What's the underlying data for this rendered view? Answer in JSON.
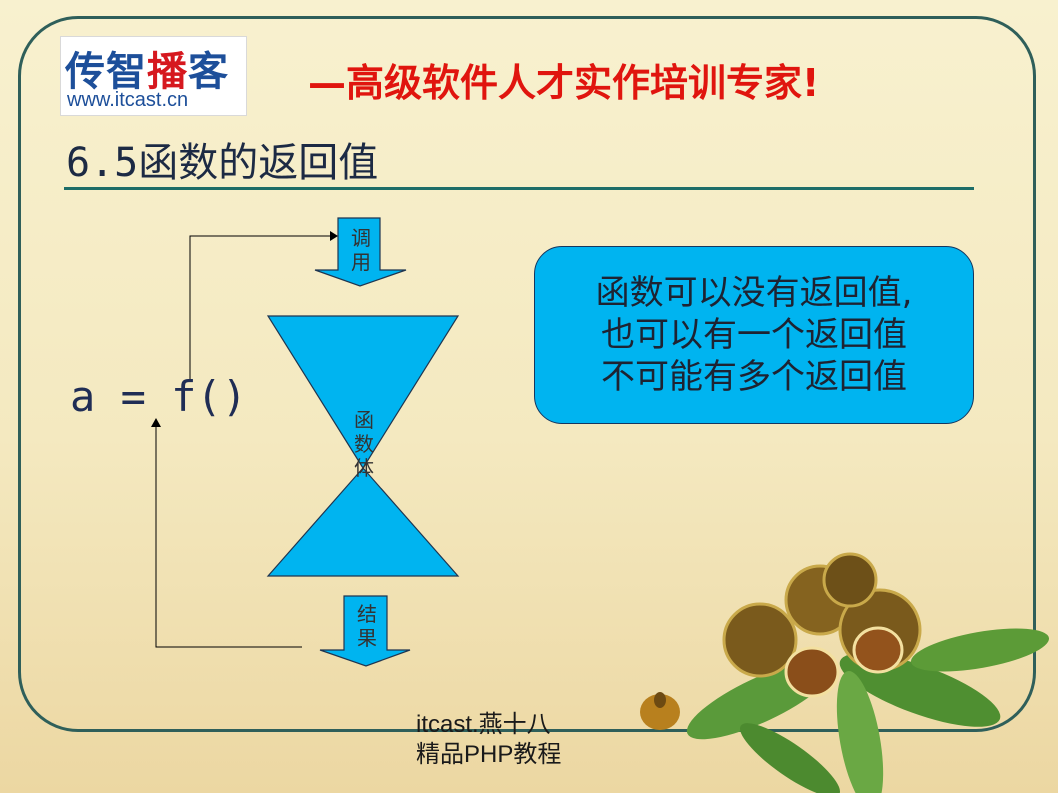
{
  "header": {
    "logo_text_blue": "传智",
    "logo_text_red": "播",
    "logo_text_blue2": "客",
    "logo_url": "www.itcast.cn",
    "slogan": "—高级软件人才实作培训专家!"
  },
  "slide": {
    "title": "6.5函数的返回值"
  },
  "diagram": {
    "call_label": [
      "调",
      "用"
    ],
    "body_label": [
      "函",
      "数",
      "体"
    ],
    "result_label": [
      "结",
      "果"
    ],
    "formula": "a = f()",
    "shape_color": "#00b4f0"
  },
  "note": {
    "lines": [
      "函数可以没有返回值,",
      "也可以有一个返回值",
      "不可能有多个返回值"
    ]
  },
  "footer": {
    "line1": "itcast.燕十八",
    "line2": "精品PHP教程"
  }
}
